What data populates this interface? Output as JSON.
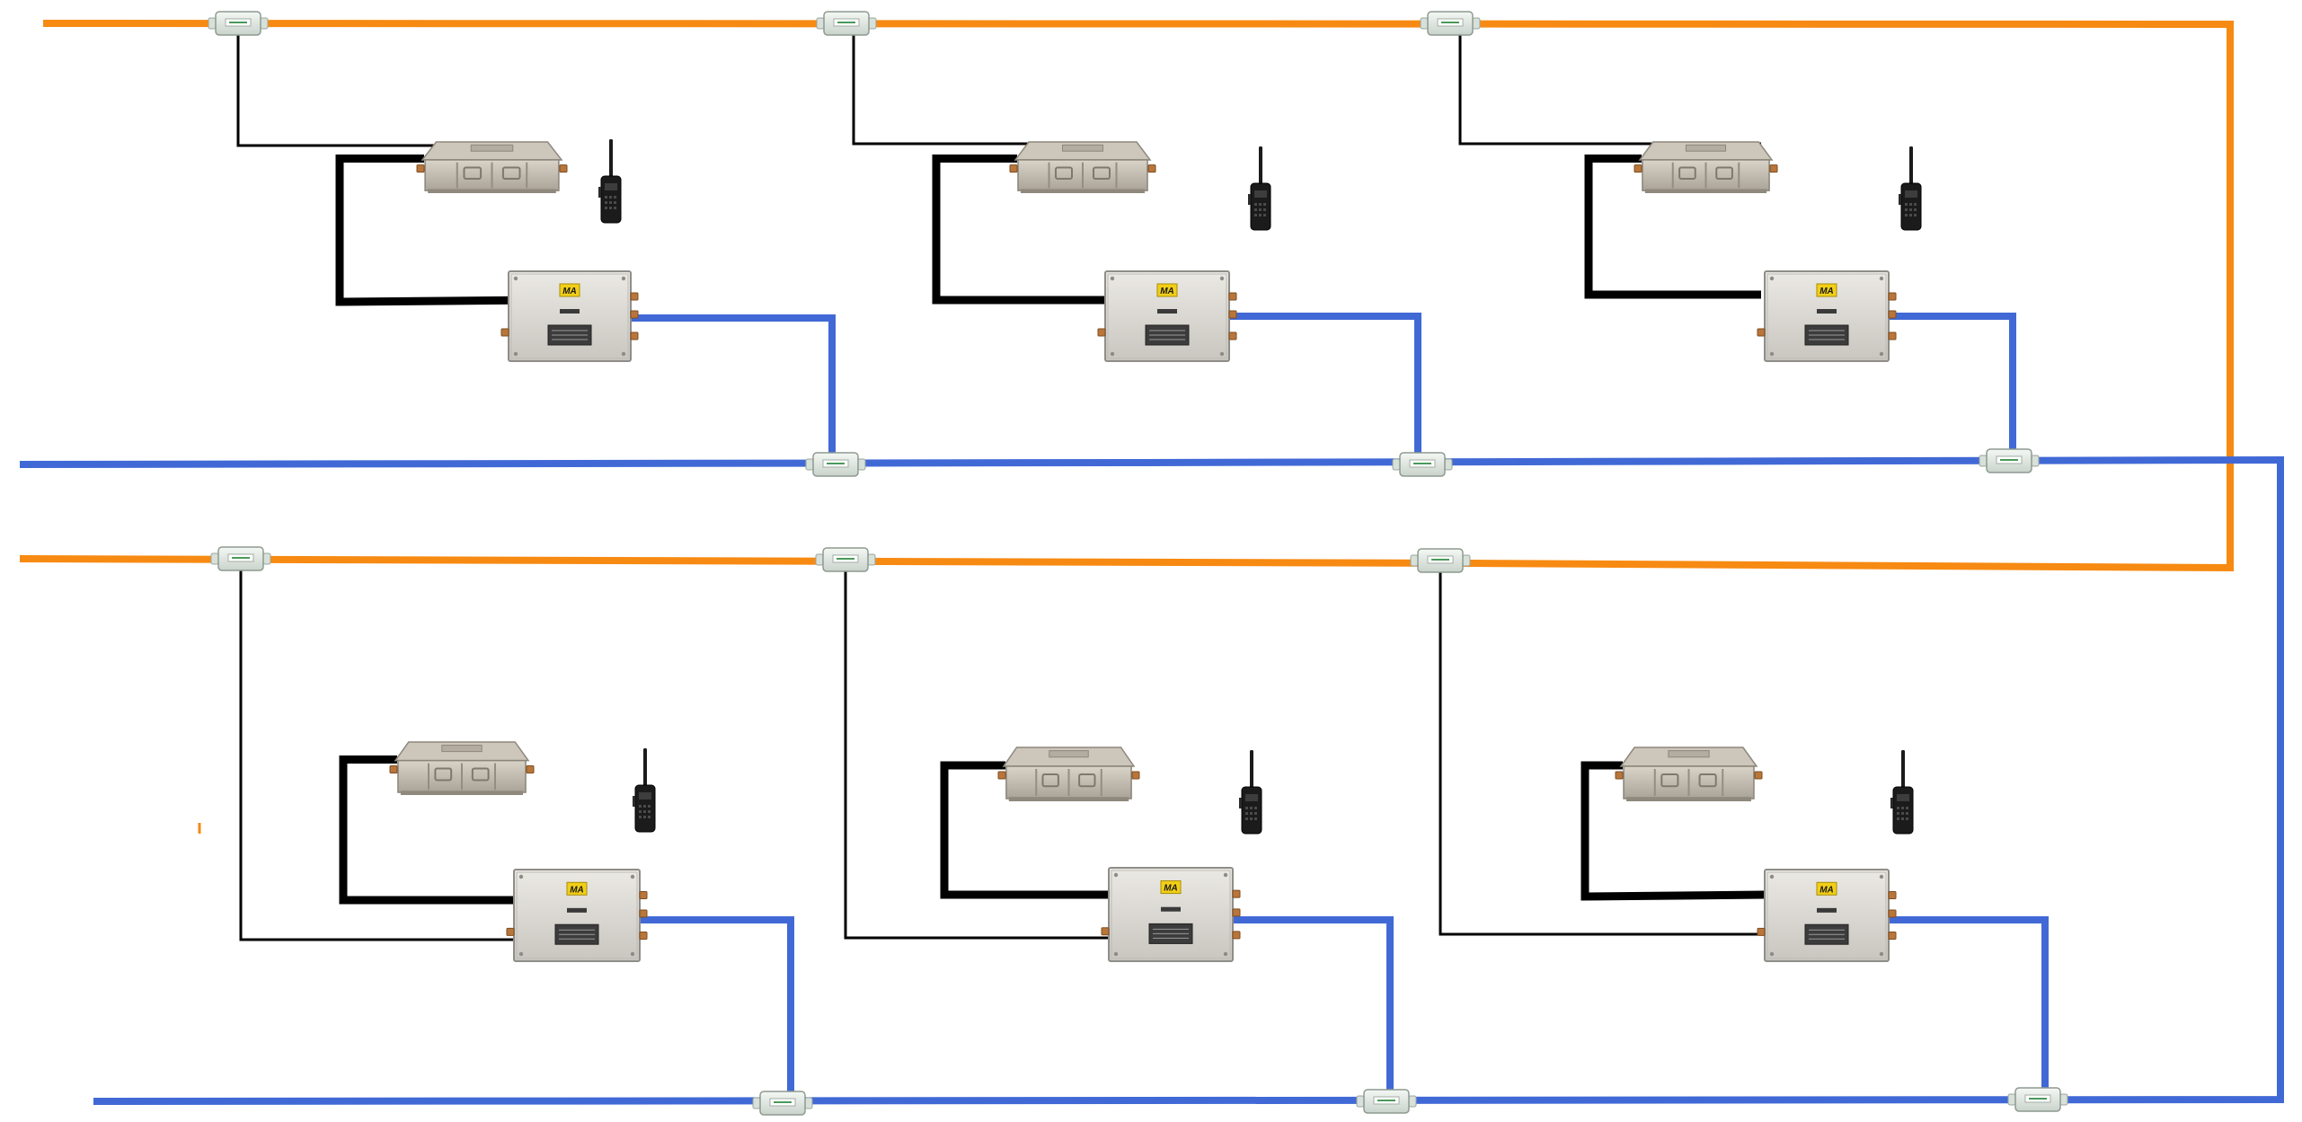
{
  "colors": {
    "background": "#ffffff",
    "orange_line": "#f78a12",
    "blue_line": "#4169d6",
    "cable": "#000000",
    "device_body": "#dcdad5",
    "device_edge": "#9c9a94",
    "ma_badge": "#f2cf17",
    "splitter": "#e6eee8",
    "radio": "#1b1b1b"
  },
  "badge_text": "MA",
  "icons": {
    "device": "explosion-proof-enclosure-icon",
    "radio": "handheld-radio-icon",
    "splitter": "cable-splitter-icon"
  },
  "rows": [
    {
      "name": "upper-row",
      "node_count": 3
    },
    {
      "name": "lower-row",
      "node_count": 3
    }
  ]
}
